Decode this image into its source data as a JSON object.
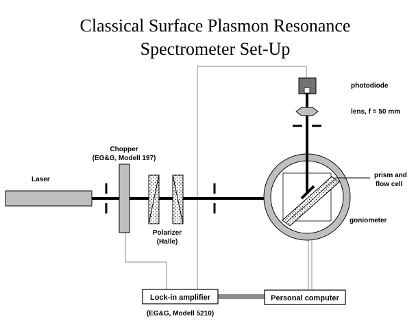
{
  "title": {
    "line1": "Classical Surface Plasmon Resonance",
    "line2": "Spectrometer Set-Up"
  },
  "components": {
    "laser": "Laser",
    "chopper_line1": "Chopper",
    "chopper_line2": "(EG&G, Modell 197)",
    "polarizer_line1": "Polarizer",
    "polarizer_line2": "(Halle)",
    "photodiode": "photodiode",
    "lens": "lens, f = 50 mm",
    "prism_line1": "prism and",
    "prism_line2": "flow cell",
    "goniometer": "goniometer",
    "lockin_box": "Lock-in amplifier",
    "lockin_model": "(EG&G, Modell 5210)",
    "computer_box": "Personal computer"
  }
}
